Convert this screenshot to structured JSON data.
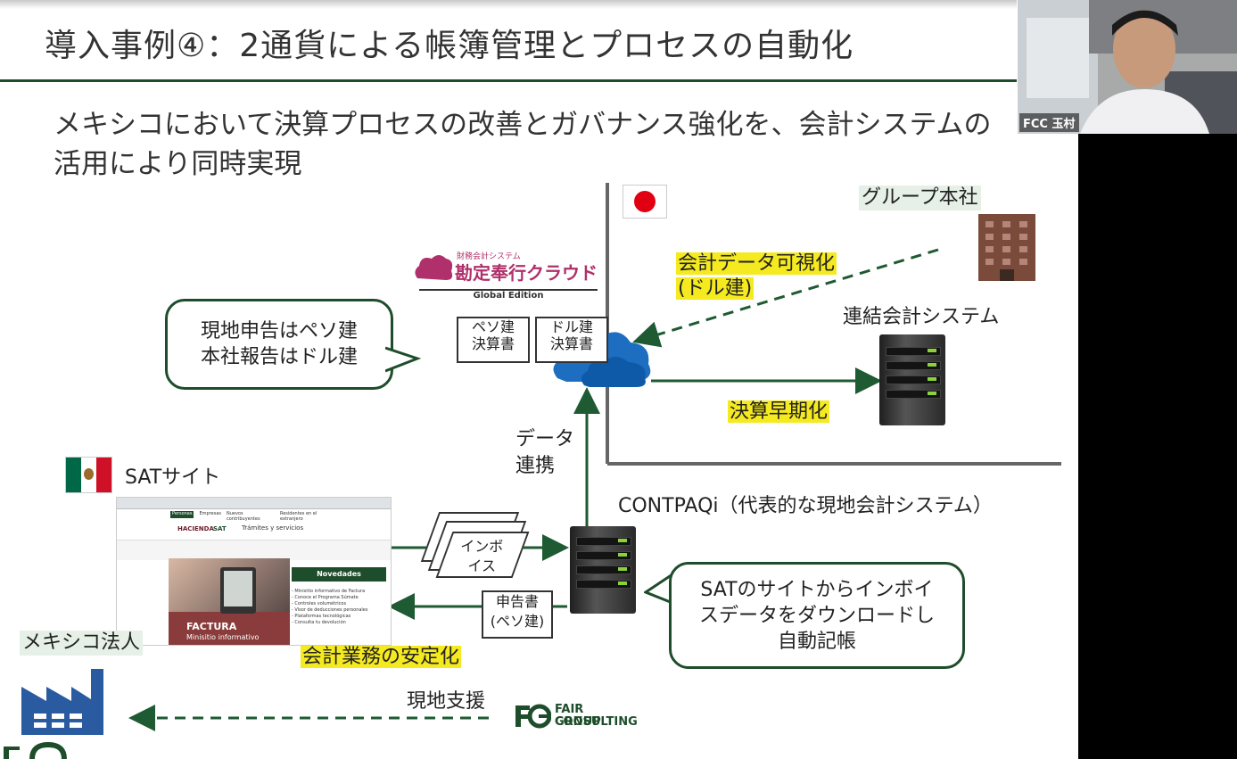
{
  "slide": {
    "title": "導入事例④：2通貨による帳簿管理とプロセスの自動化",
    "subtitle": "メキシコにおいて決算プロセスの改善とガバナンス強化を、会計システムの活用により同時実現"
  },
  "video": {
    "participant_name": "FCC 玉村"
  },
  "diagram": {
    "bubble_left": [
      "現地申告はペソ建",
      "本社報告はドル建"
    ],
    "kanjo_logo": {
      "small": "財務会計システム",
      "main": "勘定奉行クラウド",
      "edition": "Global Edition"
    },
    "doc_peso": [
      "ペソ建",
      "決算書"
    ],
    "doc_dollar": [
      "ドル建",
      "決算書"
    ],
    "group_hq": "グループ本社",
    "visualize": [
      "会計データ可視化",
      "(ドル建)"
    ],
    "consolidation_system": "連結会計システム",
    "early_close": "決算早期化",
    "data_link": [
      "データ",
      "連携"
    ],
    "contpaqi": "CONTPAQi（代表的な現地会計システム）",
    "sat_site": "SATサイト",
    "invoice_doc": [
      "インボ",
      "イス"
    ],
    "tax_return_doc": [
      "申告書",
      "(ペソ建)"
    ],
    "bubble_right": [
      "SATのサイトからインボイ",
      "スデータをダウンロードし",
      "自動記帳"
    ],
    "mexico_entity": "メキシコ法人",
    "stabilize": "会計業務の安定化",
    "local_support": "現地支援",
    "fcg_logo": [
      "FAIR CONSULTING",
      "GROUP"
    ]
  },
  "website": {
    "tabs": [
      "Personas",
      "Empresas",
      "Nuevos contribuyentes",
      "Residentes en el extranjero"
    ],
    "brand": "HACIENDA",
    "sat": "SAT",
    "tramites": "Trámites y servicios",
    "novedades": "Novedades",
    "items": [
      "- Minisitio informativo de Factura",
      "- Conoce el Programa Súmate",
      "- Controles volumétricos",
      "- Visor de deducciones personales",
      "- Plataformas tecnológicas",
      "- Consulta tu devolución"
    ],
    "banner_title": "FACTURA",
    "banner_sub": "Minisitio informativo"
  },
  "colors": {
    "accent_green": "#1e4d2b",
    "highlight_yellow": "#f5ea1f",
    "arrow_green": "#1e5a32"
  }
}
